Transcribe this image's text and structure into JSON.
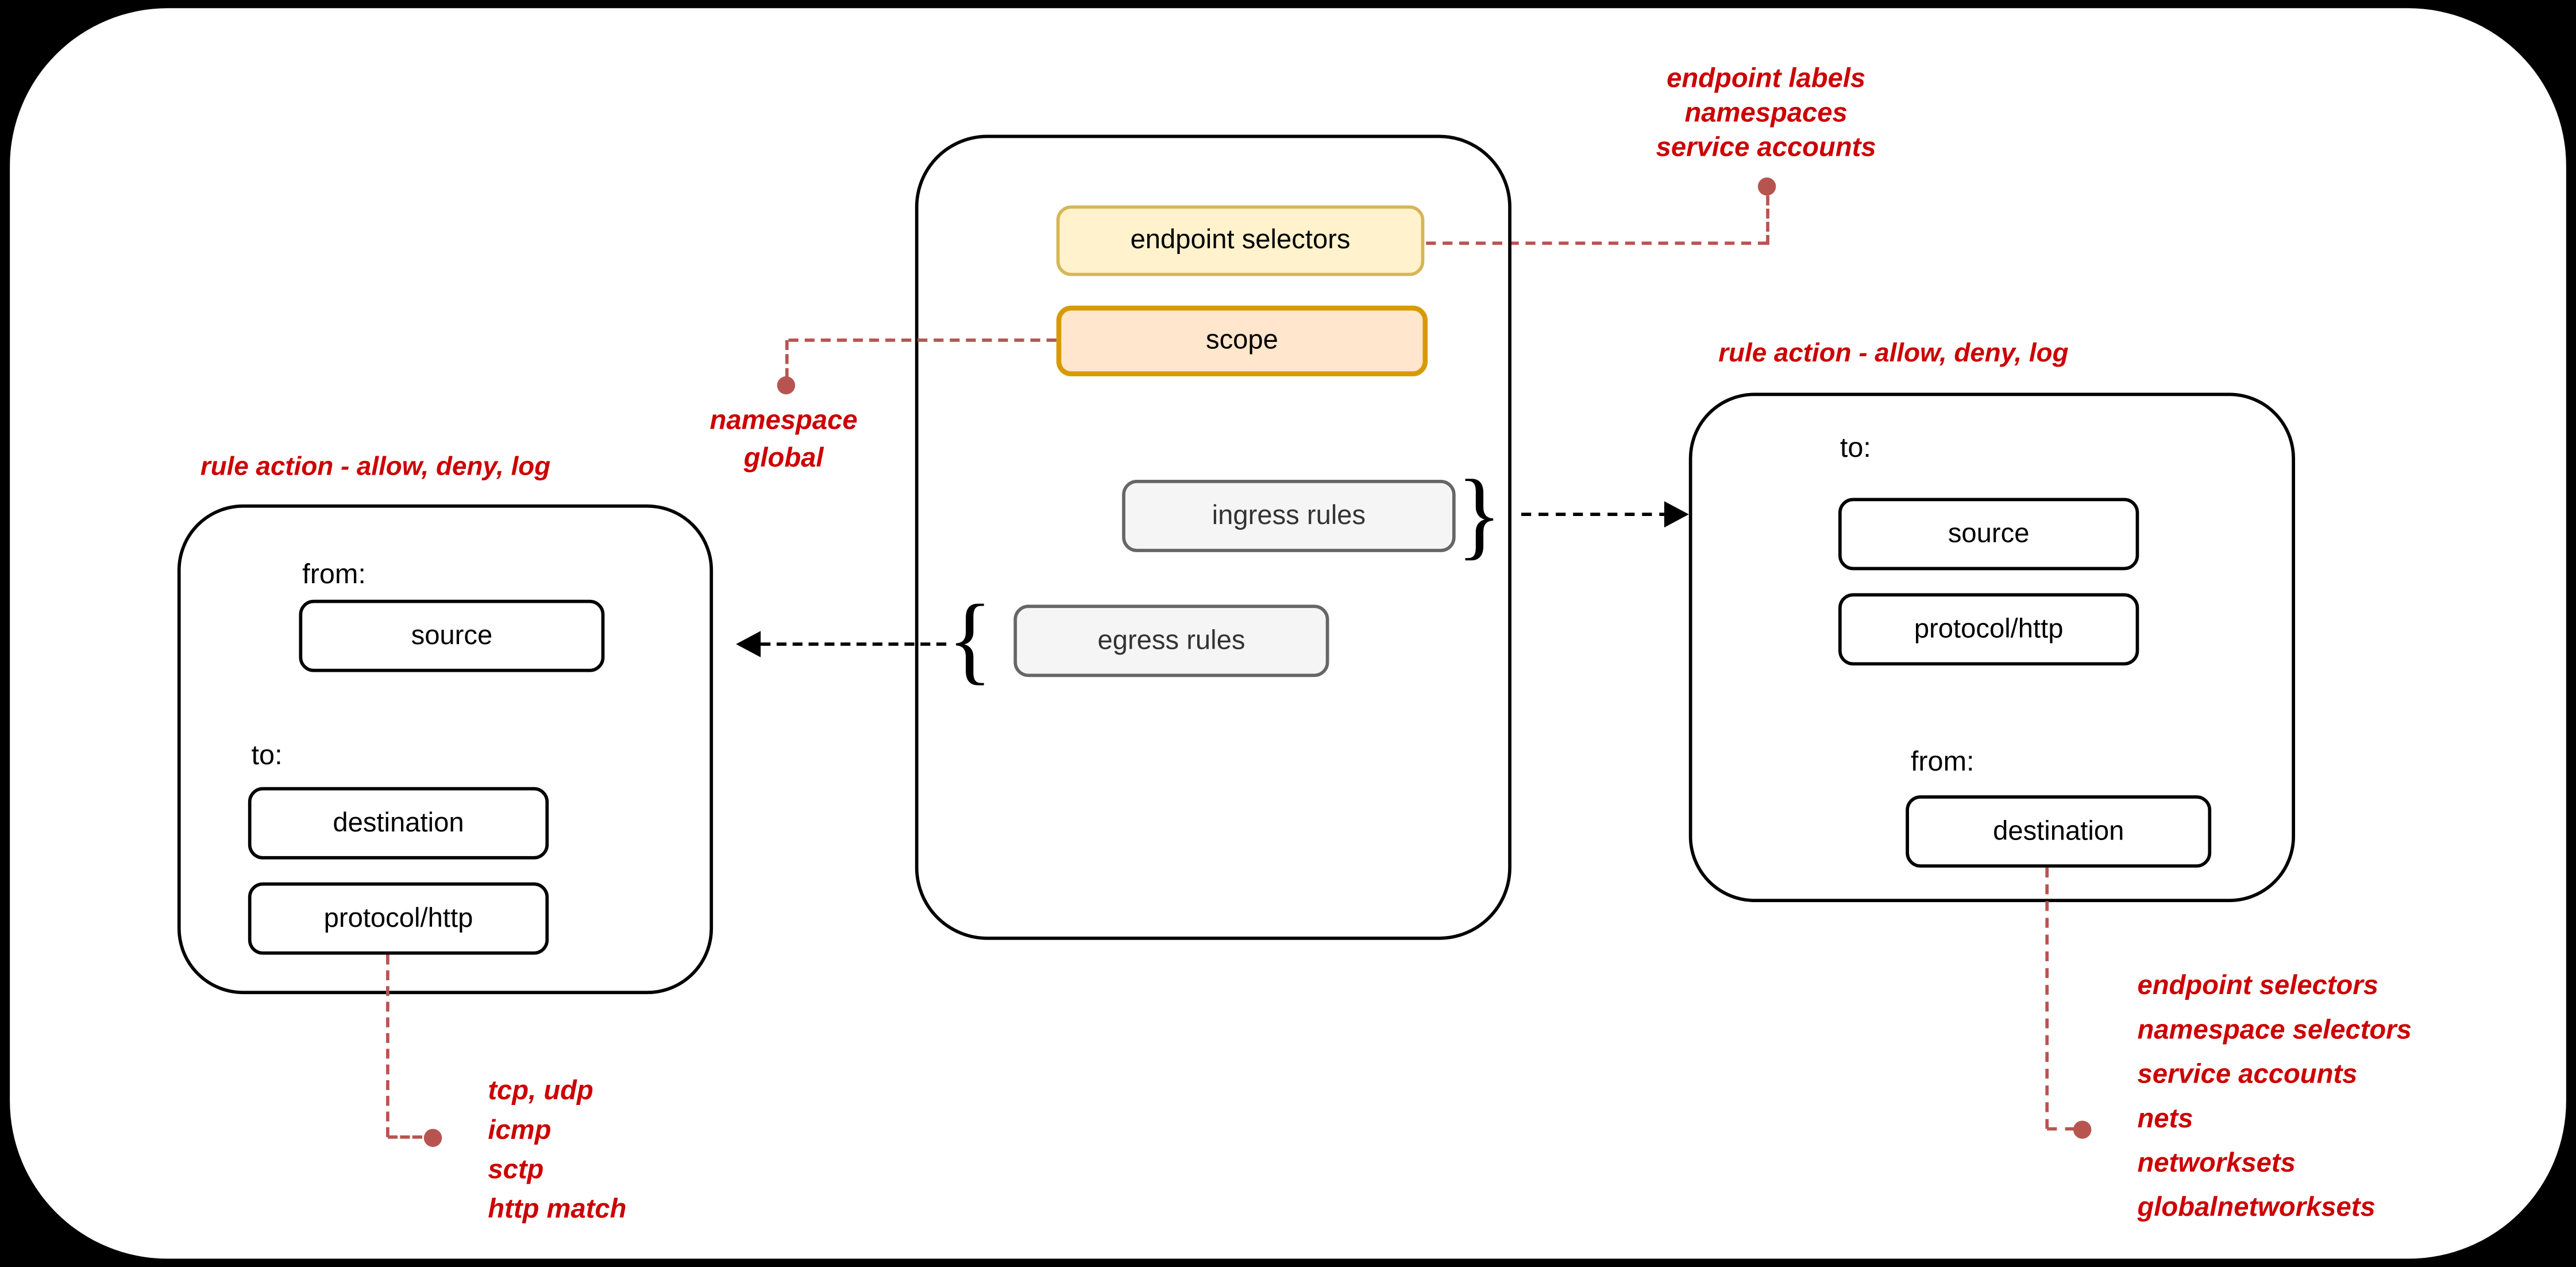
{
  "diagram": {
    "policy_card": {
      "endpoint_selectors": "endpoint selectors",
      "scope": "scope",
      "ingress_rules": "ingress rules",
      "egress_rules": "egress rules",
      "ingress_brace": "}",
      "egress_brace": "{"
    },
    "egress_detail_card": {
      "title": "rule action - allow, deny, log",
      "from_label": "from:",
      "source": "source",
      "to_label": "to:",
      "destination": "destination",
      "protocol": "protocol/http"
    },
    "ingress_detail_card": {
      "title": "rule action - allow, deny, log",
      "to_label": "to:",
      "source": "source",
      "protocol": "protocol/http",
      "from_label": "from:",
      "destination": "destination"
    },
    "notes": {
      "endpoint_selectors_note": {
        "lines": [
          "endpoint labels",
          "namespaces",
          "service accounts"
        ]
      },
      "scope_note": {
        "lines": [
          "namespace",
          "global"
        ]
      },
      "protocol_note_left": {
        "lines": [
          "tcp, udp",
          "icmp",
          "sctp",
          "http match"
        ]
      },
      "destination_note_right": {
        "lines": [
          "endpoint selectors",
          "namespace selectors",
          "service accounts",
          "nets",
          "networksets",
          "globalnetworksets"
        ]
      }
    },
    "colors": {
      "annotation_red": "#CC0000",
      "connector_red": "#B85450",
      "selectors_fill": "#FFF2CC",
      "selectors_border": "#D6B656",
      "scope_fill": "#FFE6CC",
      "scope_border": "#D79B00",
      "rules_fill": "#F5F5F5",
      "rules_border": "#666666",
      "stroke_black": "#000000",
      "canvas_white": "#FFFFFF"
    }
  }
}
